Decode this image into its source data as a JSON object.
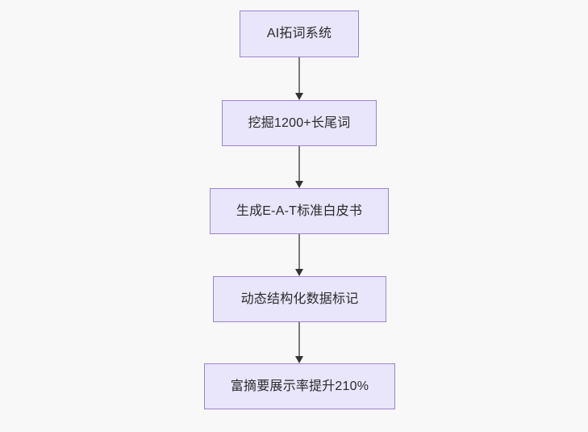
{
  "diagram": {
    "type": "flowchart",
    "direction": "top-to-bottom",
    "background_color": "#f8f8f8",
    "node_fill_color": "#e9e5fb",
    "node_border_color": "#9d83d6",
    "edge_color": "#7b7b7b",
    "text_color": "#2b2b2b",
    "nodes": [
      {
        "id": "n1",
        "label": "AI拓词系统"
      },
      {
        "id": "n2",
        "label": "挖掘1200+长尾词"
      },
      {
        "id": "n3",
        "label": "生成E-A-T标准白皮书"
      },
      {
        "id": "n4",
        "label": "动态结构化数据标记"
      },
      {
        "id": "n5",
        "label": "富摘要展示率提升210%"
      }
    ],
    "edges": [
      {
        "from": "n1",
        "to": "n2",
        "label": ""
      },
      {
        "from": "n2",
        "to": "n3",
        "label": ""
      },
      {
        "from": "n3",
        "to": "n4",
        "label": ""
      },
      {
        "from": "n4",
        "to": "n5",
        "label": ""
      }
    ]
  }
}
